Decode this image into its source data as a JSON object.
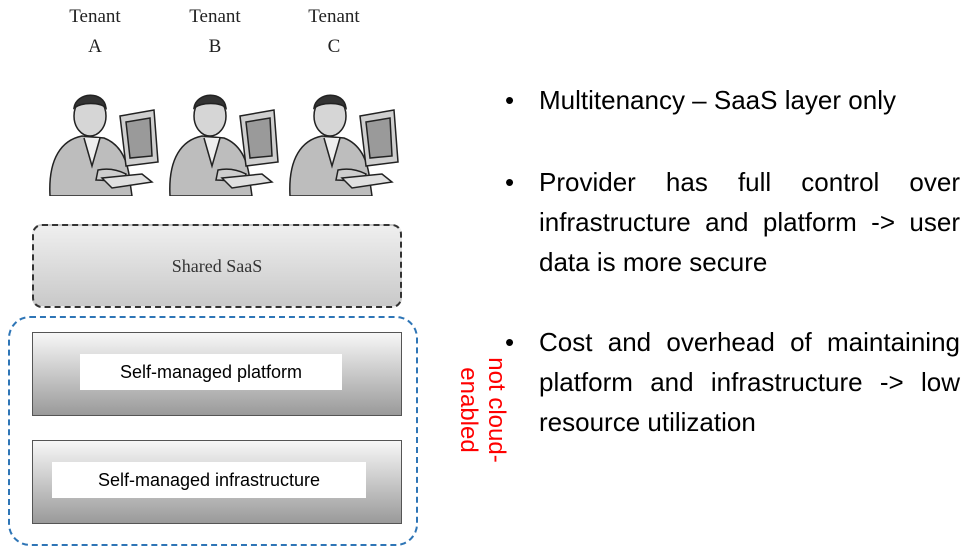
{
  "tenants": [
    {
      "line1": "Tenant",
      "line2": "A"
    },
    {
      "line1": "Tenant",
      "line2": "B"
    },
    {
      "line1": "Tenant",
      "line2": "C"
    }
  ],
  "diagram": {
    "shared_saas": "Shared SaaS",
    "platform": "Self-managed platform",
    "infrastructure": "Self-managed infrastructure",
    "side_note": "not cloud-enabled"
  },
  "bullets": [
    "Multitenancy – SaaS layer only",
    " Provider has full control over infrastructure and platform -> user data is more secure",
    "Cost and overhead of maintaining platform and infrastructure -> low resource utilization"
  ],
  "colors": {
    "side_note": "#ff0000",
    "dashed_group": "#2e75b6"
  },
  "icons": [
    "user-at-computer-icon",
    "user-at-computer-icon",
    "user-at-computer-icon"
  ]
}
